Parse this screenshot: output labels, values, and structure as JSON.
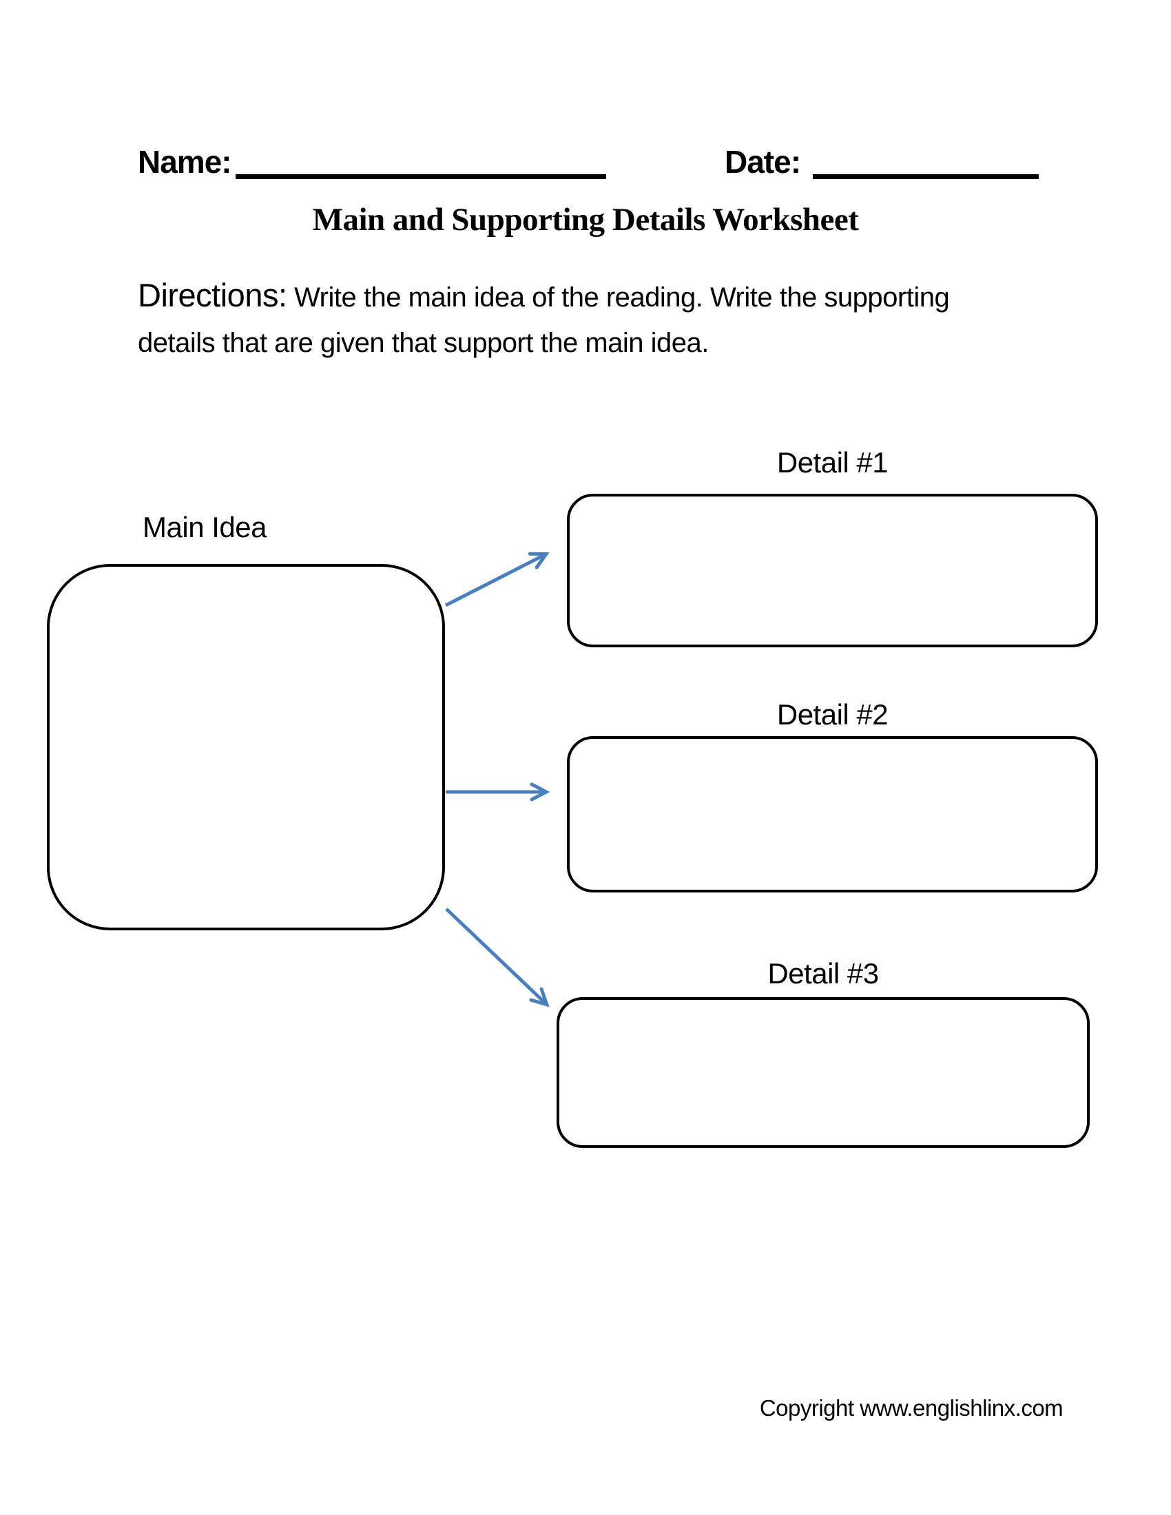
{
  "page": {
    "background": "#ffffff"
  },
  "header": {
    "name_label": "Name:",
    "date_label": "Date:"
  },
  "title": "Main and Supporting Details Worksheet",
  "directions": {
    "label": "Directions:",
    "line1": "Write the main idea of the reading. Write the supporting",
    "line2": "details that are given that support the main idea."
  },
  "diagram": {
    "main_idea_label": "Main Idea",
    "details": [
      {
        "label": "Detail #1"
      },
      {
        "label": "Detail #2"
      },
      {
        "label": "Detail #3"
      }
    ],
    "arrow_color": "#4a7ebd",
    "box_border_color": "#000000"
  },
  "footer": {
    "copyright": "Copyright www.englishlinx.com"
  }
}
